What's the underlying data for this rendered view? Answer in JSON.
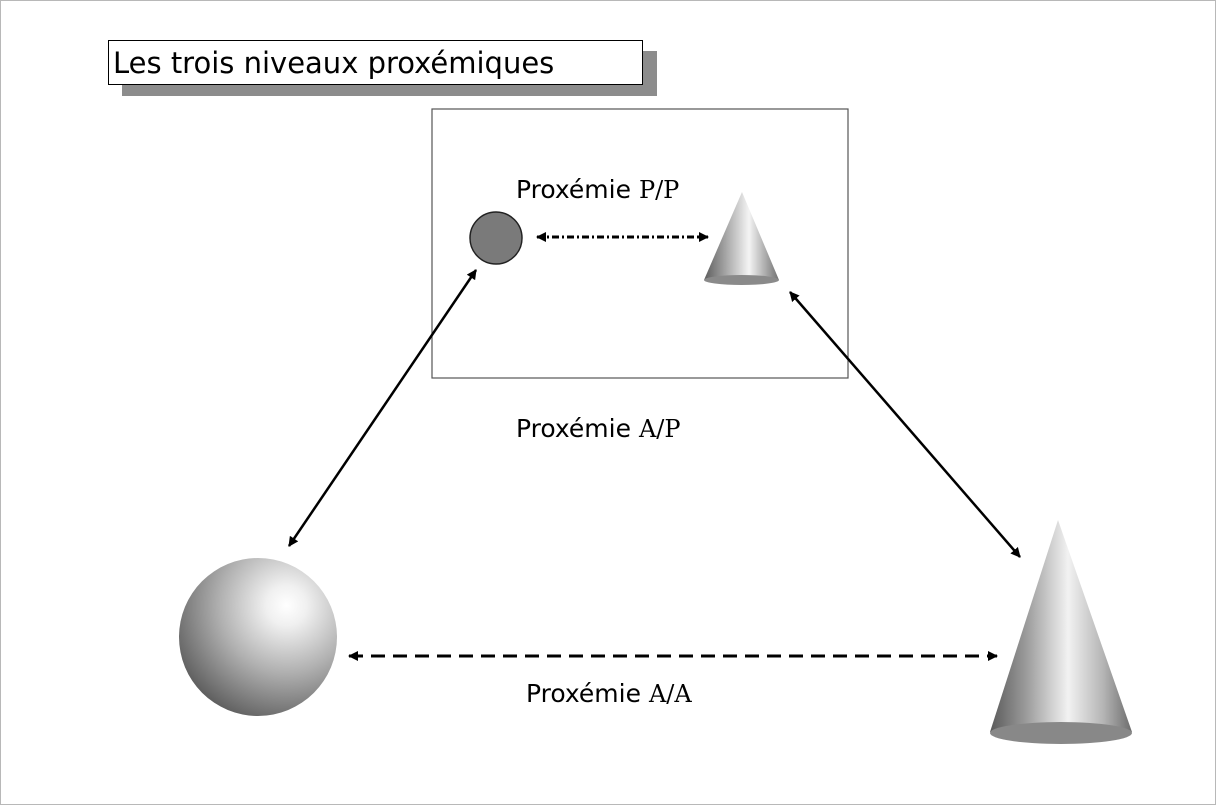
{
  "title": "Les trois niveaux proxémiques",
  "labels": {
    "pp": {
      "word": "Proxémie",
      "code": "P/P"
    },
    "ap": {
      "word": "Proxémie",
      "code": "A/P"
    },
    "aa": {
      "word": "Proxémie",
      "code": "A/A"
    }
  },
  "shapes": {
    "small_disc": "small-grey-disc",
    "small_cone": "small-cone",
    "large_sphere": "large-sphere",
    "large_cone": "large-cone"
  },
  "colors": {
    "disc_fill": "#7a7a7a",
    "frame": "#555555",
    "arrow": "#000000",
    "title_shadow": "#8c8c8c"
  }
}
